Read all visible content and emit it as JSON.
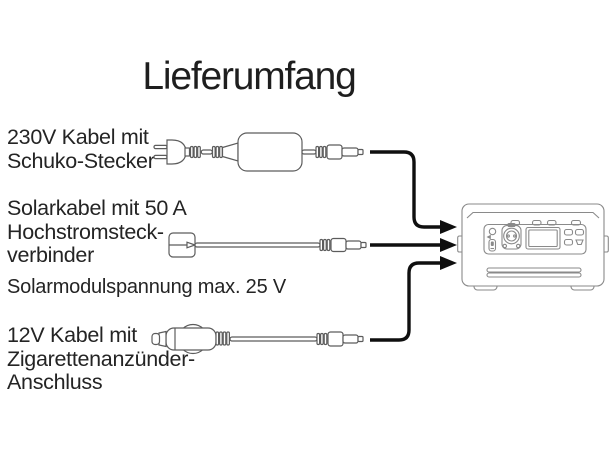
{
  "title": "Lieferumfang",
  "items": [
    {
      "id": "cable-230v",
      "label_lines": [
        "230V Kabel mit",
        "Schuko-Stecker"
      ],
      "illustration": "schuko-plug-power-brick-dc-connector-cable"
    },
    {
      "id": "cable-solar",
      "label_lines": [
        "Solarkabel mit 50 A",
        "Hochstromsteck-",
        "verbinder"
      ],
      "note": "Solarmodulspannung max. 25 V",
      "illustration": "high-current-connector-dc-connector-cable"
    },
    {
      "id": "cable-12v",
      "label_lines": [
        "12V Kabel mit",
        "Zigarettenanzünder-",
        "Anschluss"
      ],
      "illustration": "cigarette-lighter-plug-dc-connector-cable"
    }
  ],
  "device": {
    "name": "portable-power-station"
  },
  "colors": {
    "background": "#ffffff",
    "text": "#1e1e1e",
    "cable_line_art": "#5c5c5c",
    "device_line_art": "#8a8a8a",
    "arrow": "#0f0f0f"
  }
}
